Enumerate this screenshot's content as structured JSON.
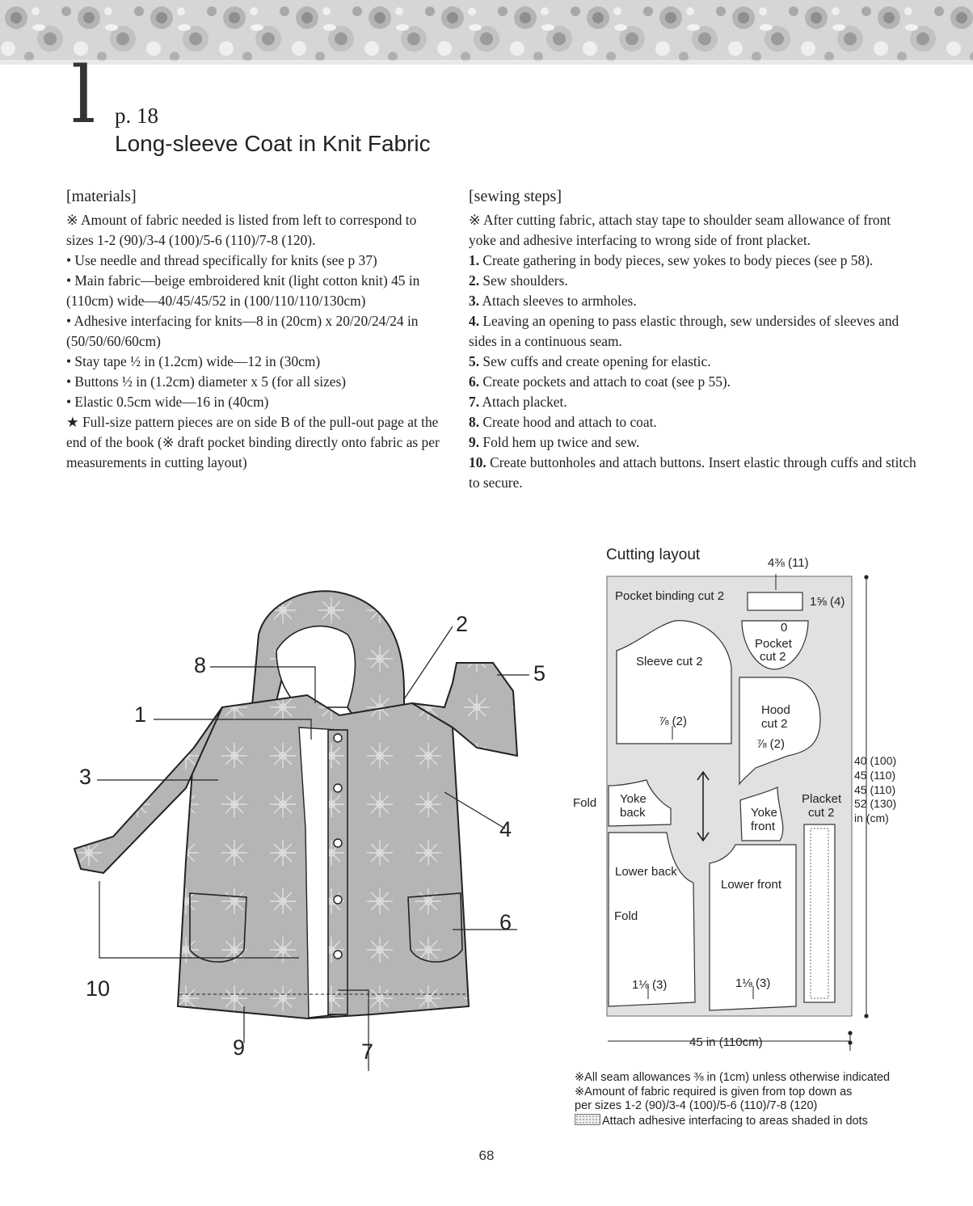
{
  "header": {
    "section_letter": "l",
    "page_ref": "p. 18",
    "title": "Long-sleeve Coat in Knit Fabric"
  },
  "materials": {
    "heading": "[materials]",
    "items": [
      "※ Amount of fabric needed is listed from left to correspond to sizes 1-2 (90)/3-4 (100)/5-6 (110)/7-8 (120).",
      "• Use needle and thread specifically for knits (see p 37)",
      "• Main fabric—beige embroidered knit (light cotton knit) 45 in (110cm) wide—40/45/45/52 in (100/110/110/130cm)",
      "• Adhesive interfacing for knits—8 in (20cm) x 20/20/24/24 in (50/50/60/60cm)",
      "• Stay tape ½ in (1.2cm) wide—12 in (30cm)",
      "• Buttons ½ in (1.2cm) diameter x 5 (for all sizes)",
      "• Elastic 0.5cm wide—16 in (40cm)",
      "★ Full-size pattern pieces are on side B of the pull-out page at the end of the book (※ draft pocket binding directly onto fabric as per measurements in cutting layout)"
    ]
  },
  "sewing_steps": {
    "heading": "[sewing steps]",
    "note": "※ After cutting fabric, attach stay tape to shoulder seam allowance of front yoke and adhesive interfacing to wrong side of front placket.",
    "steps": [
      {
        "num": "1.",
        "text": "Create gathering in body pieces, sew yokes to body pieces (see p 58)."
      },
      {
        "num": "2.",
        "text": "Sew shoulders."
      },
      {
        "num": "3.",
        "text": "Attach sleeves to armholes."
      },
      {
        "num": "4.",
        "text": "Leaving an opening to pass elastic through, sew undersides of sleeves and sides in a continuous seam."
      },
      {
        "num": "5.",
        "text": "Sew cuffs and create opening for elastic."
      },
      {
        "num": "6.",
        "text": "Create pockets and attach to coat (see p 55)."
      },
      {
        "num": "7.",
        "text": "Attach placket."
      },
      {
        "num": "8.",
        "text": "Create hood and attach to coat."
      },
      {
        "num": "9.",
        "text": "Fold hem up twice and sew."
      },
      {
        "num": "10.",
        "text": "Create buttonholes and attach buttons. Insert elastic through cuffs and stitch to secure."
      }
    ]
  },
  "illustration": {
    "callouts": [
      "1",
      "2",
      "3",
      "4",
      "5",
      "6",
      "7",
      "8",
      "9",
      "10"
    ]
  },
  "cutting_layout": {
    "title": "Cutting layout",
    "top_dim": "4⅜ (11)",
    "pocket_binding": "Pocket binding cut 2",
    "binding_height": "1⅝ (4)",
    "pocket_zero": "0",
    "pocket_line1": "Pocket",
    "pocket_line2": "cut 2",
    "sleeve": "Sleeve cut 2",
    "sleeve_dim": "⅞ (2)",
    "hood_line1": "Hood",
    "hood_line2": "cut 2",
    "hood_dim": "⅞ (2)",
    "fold_left": "Fold",
    "yoke_back_line1": "Yoke",
    "yoke_back_line2": "back",
    "yoke_front_line1": "Yoke",
    "yoke_front_line2": "front",
    "placket_line1": "Placket",
    "placket_line2": "cut 2",
    "lower_back": "Lower back",
    "fold_inner": "Fold",
    "lower_front": "Lower front",
    "hem_back": "1⅛ (3)",
    "hem_front": "1⅛ (3)",
    "length_lines": [
      "40 (100)",
      "45 (110)",
      "45 (110)",
      "52 (130)",
      "in (cm)"
    ],
    "width": "45 in (110cm)"
  },
  "notes": {
    "line1": "※All seam allowances ⅜ in (1cm) unless otherwise indicated",
    "line2": "※Amount of fabric required is given from top down as",
    "line3": "per sizes 1-2 (90)/3-4 (100)/5-6 (110)/7-8 (120)",
    "line4": "Attach adhesive interfacing to areas shaded in dots"
  },
  "page_number": "68"
}
